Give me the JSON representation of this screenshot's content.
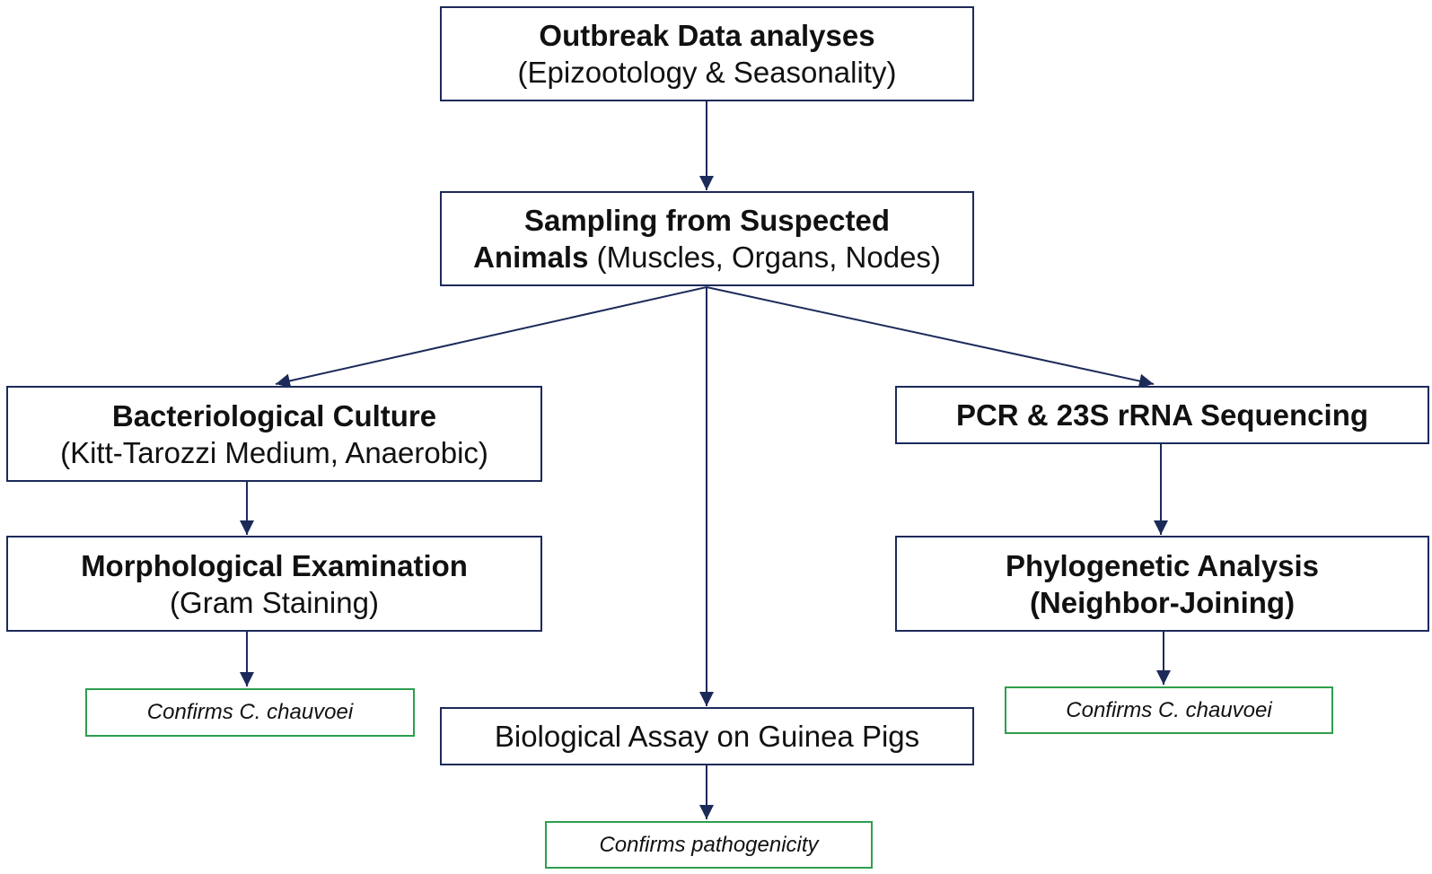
{
  "colors": {
    "box_border": "#1c2a5a",
    "connector": "#1c2a5a",
    "outcome_border": "#2e9e4f",
    "text": "#111111",
    "background": "#ffffff"
  },
  "nodes": {
    "outbreak": {
      "title": "Outbreak Data analyses",
      "subtitle": "(Epizootology & Seasonality)"
    },
    "sampling": {
      "title_line1": "Sampling from Suspected",
      "title_line2_bold": "Animals",
      "title_line2_rest": " (Muscles, Organs, Nodes)"
    },
    "culture": {
      "title": "Bacteriological Culture",
      "subtitle": "(Kitt-Tarozzi Medium, Anaerobic)"
    },
    "morphology": {
      "title": "Morphological Examination",
      "subtitle": "(Gram Staining)"
    },
    "pcr": {
      "title": "PCR & 23S rRNA Sequencing"
    },
    "phylogenetic": {
      "title": "Phylogenetic Analysis",
      "subtitle": "(Neighbor-Joining)"
    },
    "bioassay": {
      "title": "Biological Assay on Guinea Pigs"
    }
  },
  "outcomes": {
    "left": "Confirms C. chauvoei",
    "right": "Confirms C. chauvoei",
    "center": "Confirms pathogenicity"
  }
}
